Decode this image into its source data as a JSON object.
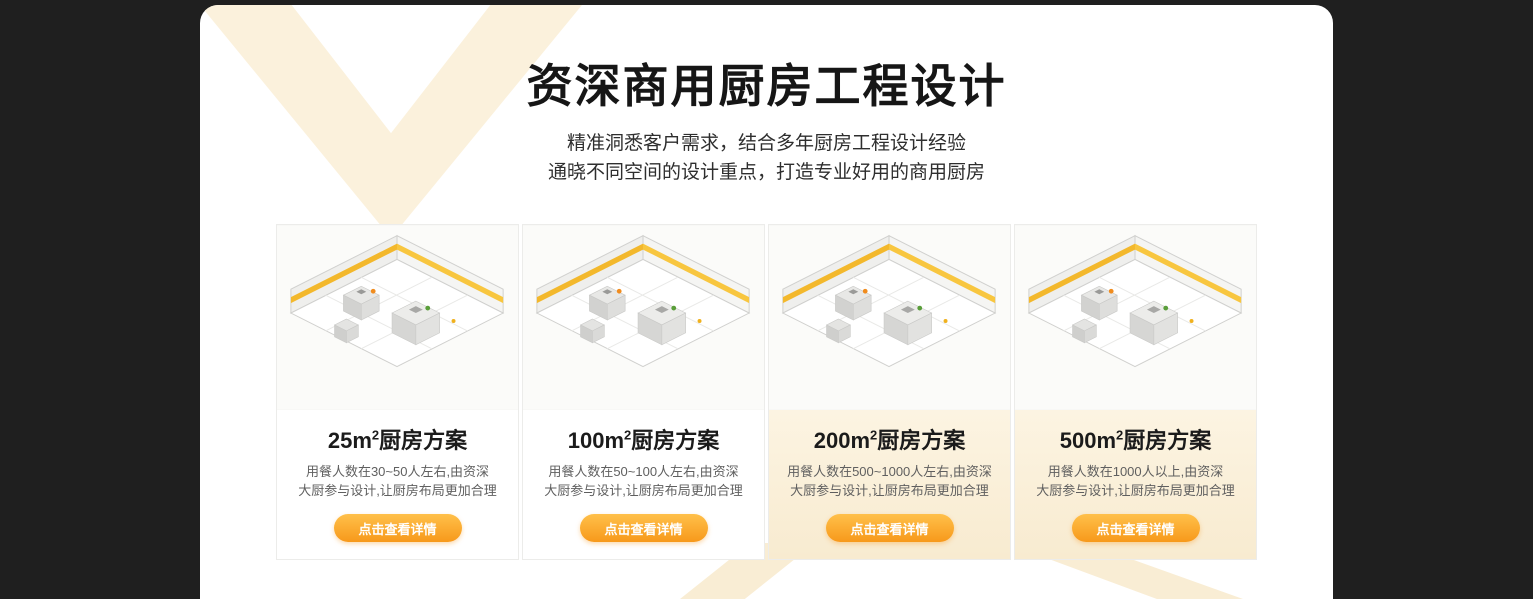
{
  "colors": {
    "background_dark": "#1F1F1F",
    "panel_white": "#FFFFFF",
    "decoration_cream": "#FAEED6",
    "accent_orange": "#F7991B",
    "button_gradient_top": "#FFC04A",
    "button_gradient_bottom": "#F7991B",
    "title_color": "#161616"
  },
  "header": {
    "title": "资深商用厨房工程设计",
    "subtitle_line1": "精准洞悉客户需求，结合多年厨房工程设计经验",
    "subtitle_line2": "通晓不同空间的设计重点，打造专业好用的商用厨房"
  },
  "cards": [
    {
      "title_main": "25m",
      "title_sup": "2",
      "title_rest": "厨房方案",
      "desc_line1": "用餐人数在30~50人左右,由资深",
      "desc_line2": "大厨参与设计,让厨房布局更加合理",
      "button_label": "点击查看详情"
    },
    {
      "title_main": "100m",
      "title_sup": "2",
      "title_rest": "厨房方案",
      "desc_line1": "用餐人数在50~100人左右,由资深",
      "desc_line2": "大厨参与设计,让厨房布局更加合理",
      "button_label": "点击查看详情"
    },
    {
      "title_main": "200m",
      "title_sup": "2",
      "title_rest": "厨房方案",
      "desc_line1": "用餐人数在500~1000人左右,由资深",
      "desc_line2": "大厨参与设计,让厨房布局更加合理",
      "button_label": "点击查看详情"
    },
    {
      "title_main": "500m",
      "title_sup": "2",
      "title_rest": "厨房方案",
      "desc_line1": "用餐人数在1000人以上,由资深",
      "desc_line2": "大厨参与设计,让厨房布局更加合理",
      "button_label": "点击查看详情"
    }
  ]
}
